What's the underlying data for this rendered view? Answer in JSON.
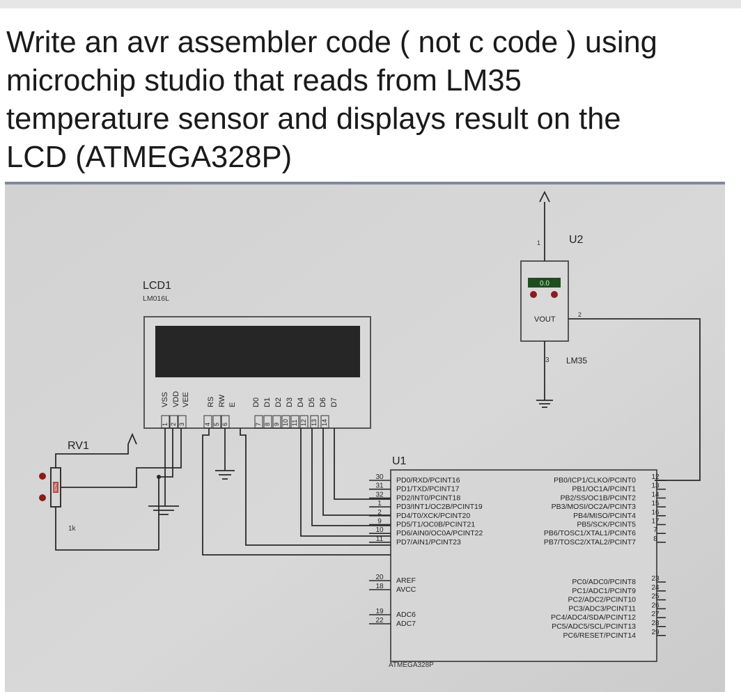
{
  "question": {
    "lines": [
      "Write an avr assembler code ( not c code ) using",
      "microchip studio that reads from LM35",
      "temperature sensor and displays result on the",
      "LCD (ATMEGA328P)"
    ]
  },
  "schematic": {
    "lcd": {
      "ref": "LCD1",
      "model": "LM016L",
      "pin_names": [
        "VSS",
        "VDD",
        "VEE",
        "RS",
        "RW",
        "E",
        "D0",
        "D1",
        "D2",
        "D3",
        "D4",
        "D5",
        "D6",
        "D7"
      ],
      "pin_numbers": [
        "1",
        "2",
        "3",
        "4",
        "5",
        "6",
        "7",
        "8",
        "9",
        "10",
        "11",
        "12",
        "13",
        "14"
      ]
    },
    "pot": {
      "ref": "RV1",
      "value": "1k",
      "setting": "50%"
    },
    "sensor": {
      "ref": "U2",
      "model": "LM35",
      "display": "0.0",
      "vout_label": "VOUT",
      "pin1": "1",
      "pin2": "2",
      "pin3": "3"
    },
    "mcu": {
      "ref": "U1",
      "model": "ATMEGA328P",
      "left_pins": [
        {
          "num": "30",
          "name": "PD0/RXD/PCINT16"
        },
        {
          "num": "31",
          "name": "PD1/TXD/PCINT17"
        },
        {
          "num": "32",
          "name": "PD2/INT0/PCINT18"
        },
        {
          "num": "1",
          "name": "PD3/INT1/OC2B/PCINT19"
        },
        {
          "num": "2",
          "name": "PD4/T0/XCK/PCINT20"
        },
        {
          "num": "9",
          "name": "PD5/T1/OC0B/PCINT21"
        },
        {
          "num": "10",
          "name": "PD6/AIN0/OC0A/PCINT22"
        },
        {
          "num": "11",
          "name": "PD7/AIN1/PCINT23"
        }
      ],
      "left_pins_b": [
        {
          "num": "20",
          "name": "AREF"
        },
        {
          "num": "18",
          "name": "AVCC"
        }
      ],
      "left_pins_c": [
        {
          "num": "19",
          "name": "ADC6"
        },
        {
          "num": "22",
          "name": "ADC7"
        }
      ],
      "right_pins_b": [
        {
          "num": "12",
          "name": "PB0/ICP1/CLKO/PCINT0"
        },
        {
          "num": "13",
          "name": "PB1/OC1A/PCINT1"
        },
        {
          "num": "14",
          "name": "PB2/SS/OC1B/PCINT2"
        },
        {
          "num": "15",
          "name": "PB3/MOSI/OC2A/PCINT3"
        },
        {
          "num": "16",
          "name": "PB4/MISO/PCINT4"
        },
        {
          "num": "17",
          "name": "PB5/SCK/PCINT5"
        },
        {
          "num": "7",
          "name": "PB6/TOSC1/XTAL1/PCINT6"
        },
        {
          "num": "8",
          "name": "PB7/TOSC2/XTAL2/PCINT7"
        }
      ],
      "right_pins_c": [
        {
          "num": "23",
          "name": "PC0/ADC0/PCINT8"
        },
        {
          "num": "24",
          "name": "PC1/ADC1/PCINT9"
        },
        {
          "num": "25",
          "name": "PC2/ADC2/PCINT10"
        },
        {
          "num": "26",
          "name": "PC3/ADC3/PCINT11"
        },
        {
          "num": "27",
          "name": "PC4/ADC4/SDA/PCINT12"
        },
        {
          "num": "28",
          "name": "PC5/ADC5/SCL/PCINT13"
        },
        {
          "num": "29",
          "name": "PC6/RESET/PCINT14"
        }
      ]
    },
    "colors": {
      "paper": "#d3d3d3",
      "wire": "#2a2a2a",
      "lcd_screen": "#262626",
      "sensor_display": "#1f4d1f",
      "terminal_dot": "#8b1c1c"
    }
  }
}
